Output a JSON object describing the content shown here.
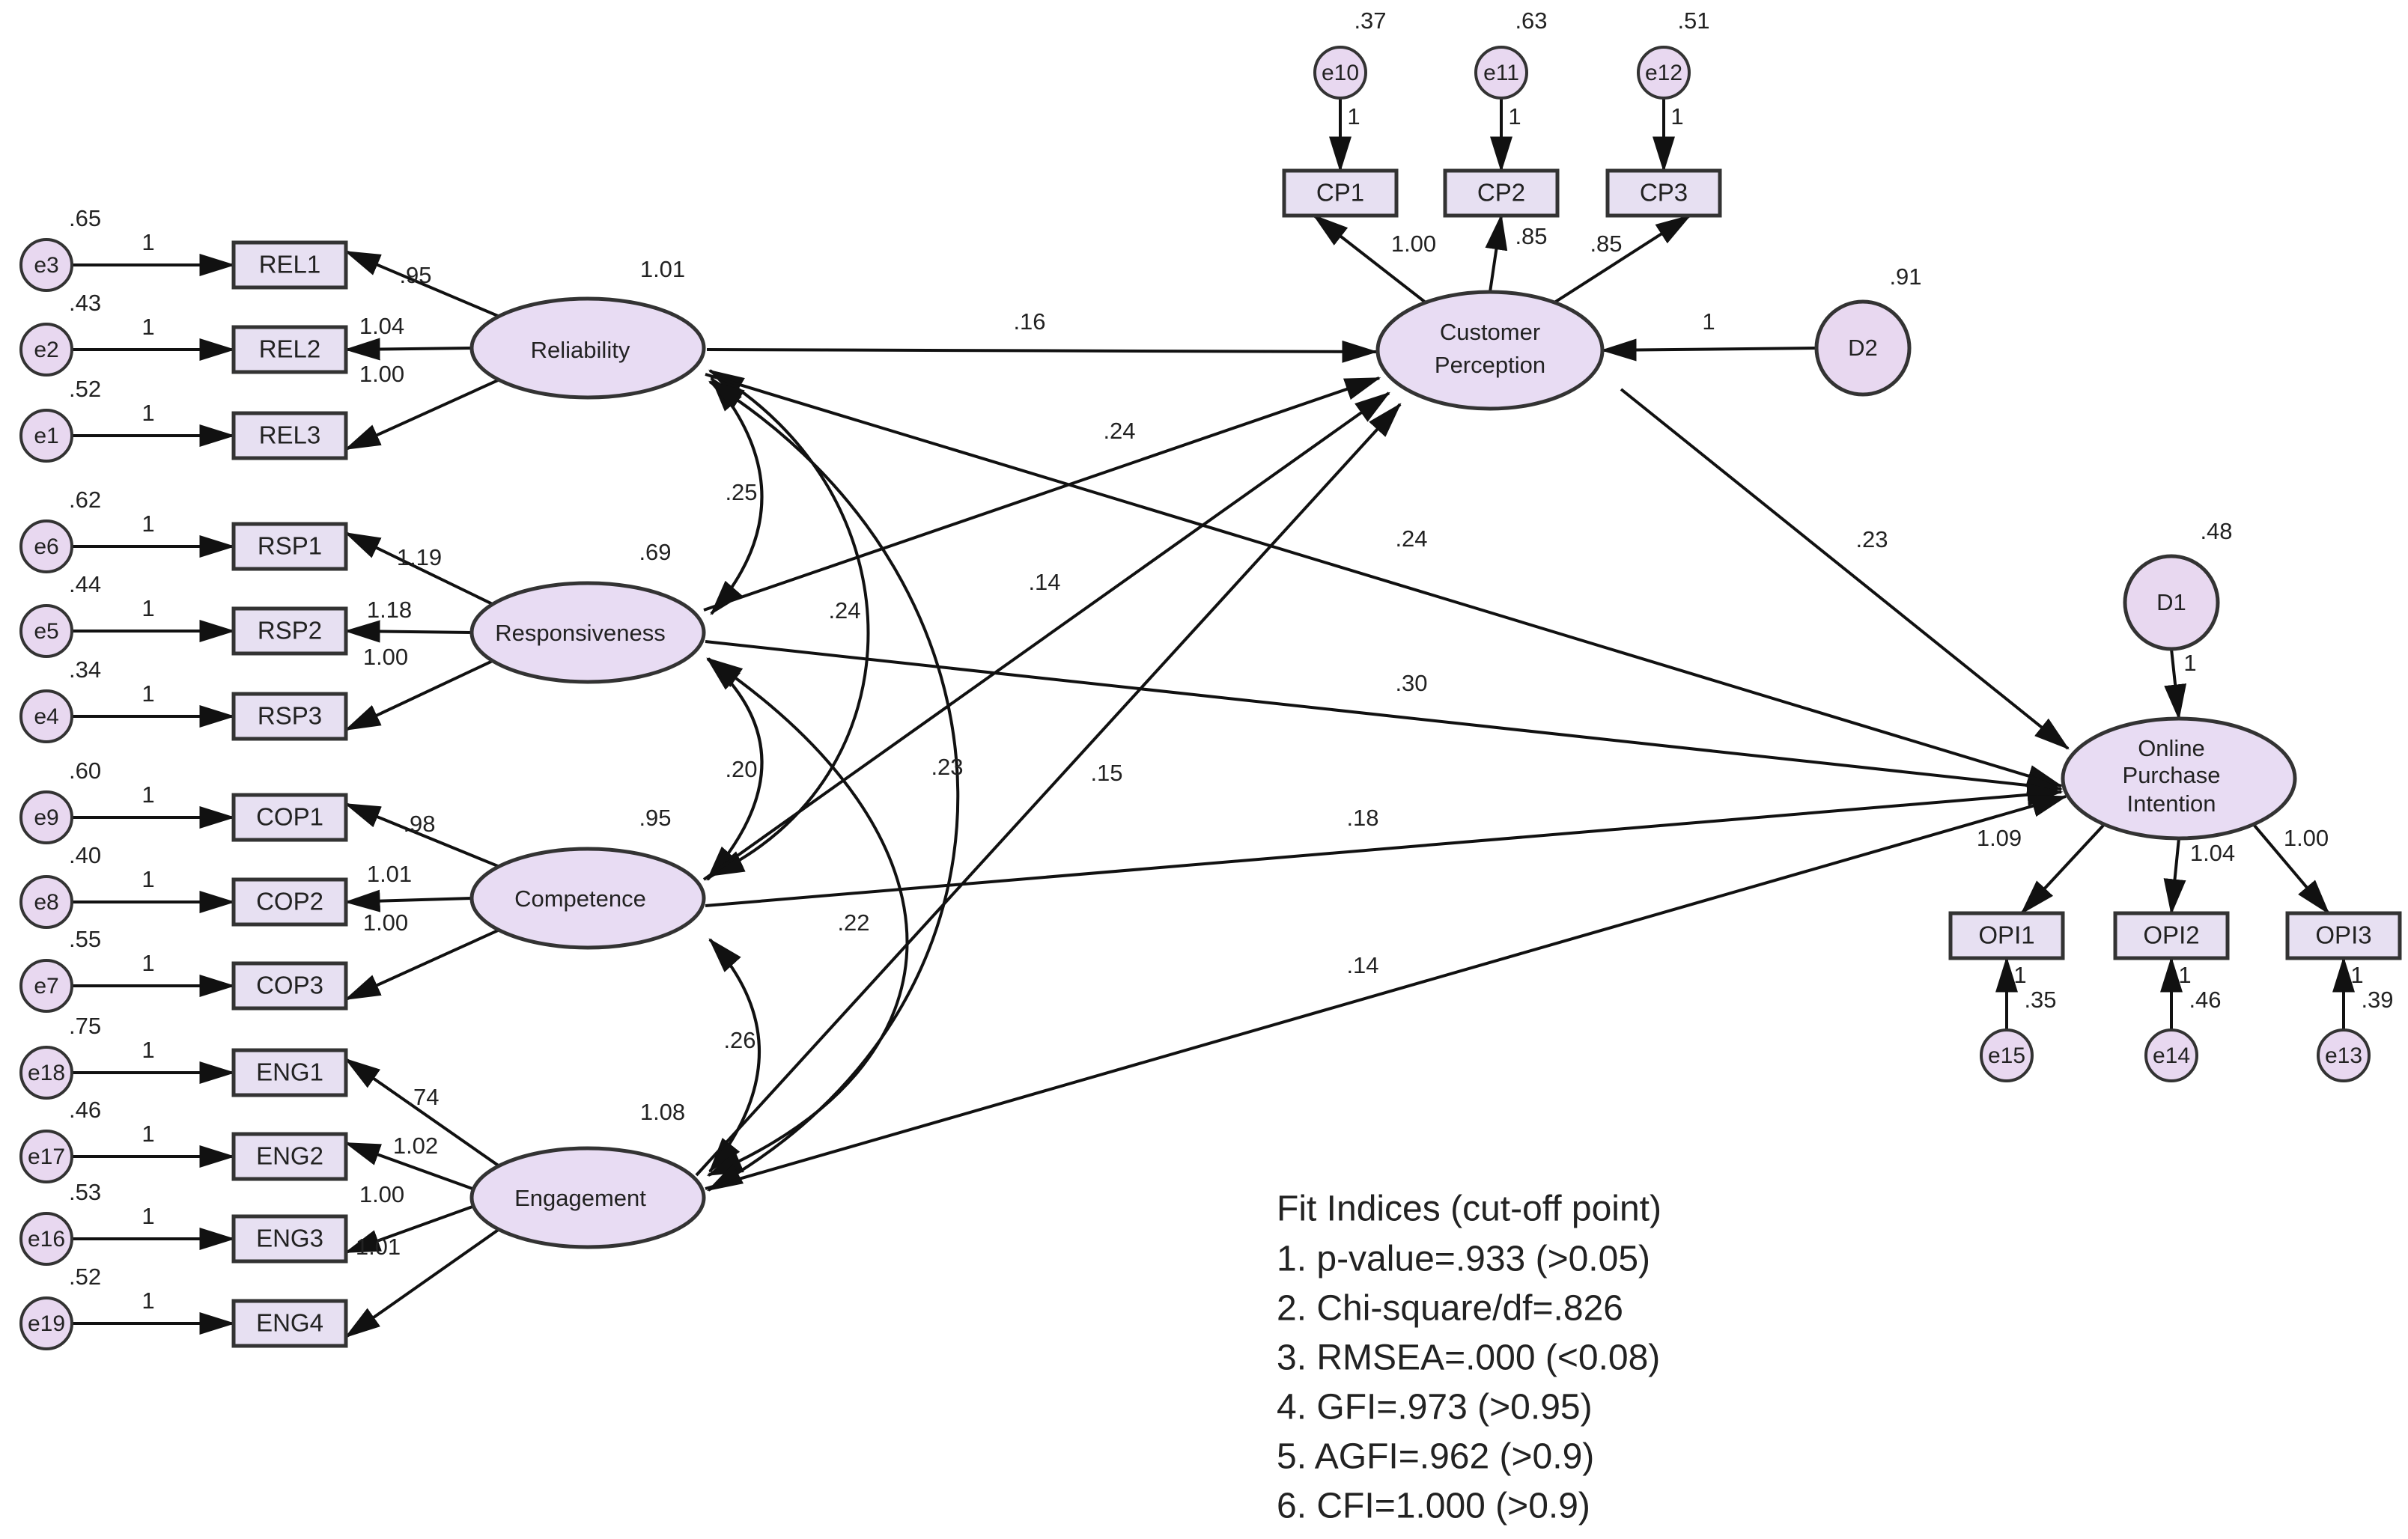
{
  "colors": {
    "latent_fill": "#e8dcf3",
    "observed_fill": "#e7e0f2",
    "error_fill": "#e8d8f0",
    "stroke": "#333333",
    "arrow": "#111111"
  },
  "latents": {
    "reliability": {
      "label": "Reliability",
      "variance": "1.01"
    },
    "responsiveness": {
      "label": "Responsiveness",
      "variance": ".69"
    },
    "competence": {
      "label": "Competence",
      "variance": ".95"
    },
    "engagement": {
      "label": "Engagement",
      "variance": "1.08"
    },
    "customer_perception": {
      "label_lines": [
        "Customer",
        "Perception"
      ]
    },
    "online_purchase_intention": {
      "label_lines": [
        "Online",
        "Purchase",
        "Intention"
      ]
    }
  },
  "disturbances": {
    "d2": {
      "label": "D2",
      "variance": ".91",
      "path_weight": "1"
    },
    "d1": {
      "label": "D1",
      "variance": ".48",
      "path_weight": "1"
    }
  },
  "indicators": {
    "reliability": [
      {
        "label": "REL1",
        "error": "e3",
        "error_variance": ".65",
        "error_weight": "1",
        "loading": ".95"
      },
      {
        "label": "REL2",
        "error": "e2",
        "error_variance": ".43",
        "error_weight": "1",
        "loading": "1.04"
      },
      {
        "label": "REL3",
        "error": "e1",
        "error_variance": ".52",
        "error_weight": "1",
        "loading": "1.00"
      }
    ],
    "responsiveness": [
      {
        "label": "RSP1",
        "error": "e6",
        "error_variance": ".62",
        "error_weight": "1",
        "loading": "1.19"
      },
      {
        "label": "RSP2",
        "error": "e5",
        "error_variance": ".44",
        "error_weight": "1",
        "loading": "1.18"
      },
      {
        "label": "RSP3",
        "error": "e4",
        "error_variance": ".34",
        "error_weight": "1",
        "loading": "1.00"
      }
    ],
    "competence": [
      {
        "label": "COP1",
        "error": "e9",
        "error_variance": ".60",
        "error_weight": "1",
        "loading": ".98"
      },
      {
        "label": "COP2",
        "error": "e8",
        "error_variance": ".40",
        "error_weight": "1",
        "loading": "1.01"
      },
      {
        "label": "COP3",
        "error": "e7",
        "error_variance": ".55",
        "error_weight": "1",
        "loading": "1.00"
      }
    ],
    "engagement": [
      {
        "label": "ENG1",
        "error": "e18",
        "error_variance": ".75",
        "error_weight": "1",
        "loading": ".74"
      },
      {
        "label": "ENG2",
        "error": "e17",
        "error_variance": ".46",
        "error_weight": "1",
        "loading": "1.02"
      },
      {
        "label": "ENG3",
        "error": "e16",
        "error_variance": ".53",
        "error_weight": "1",
        "loading": "1.00"
      },
      {
        "label": "ENG4",
        "error": "e19",
        "error_variance": ".52",
        "error_weight": "1",
        "loading": "1.01"
      }
    ],
    "customer_perception": [
      {
        "label": "CP1",
        "error": "e10",
        "error_variance": ".37",
        "error_weight": "1",
        "loading": "1.00"
      },
      {
        "label": "CP2",
        "error": "e11",
        "error_variance": ".63",
        "error_weight": "1",
        "loading": ".85"
      },
      {
        "label": "CP3",
        "error": "e12",
        "error_variance": ".51",
        "error_weight": "1",
        "loading": ".85"
      }
    ],
    "online_purchase_intention": [
      {
        "label": "OPI1",
        "error": "e15",
        "error_variance": ".35",
        "error_weight": "1",
        "loading": "1.09"
      },
      {
        "label": "OPI2",
        "error": "e14",
        "error_variance": ".46",
        "error_weight": "1",
        "loading": "1.04"
      },
      {
        "label": "OPI3",
        "error": "e13",
        "error_variance": ".39",
        "error_weight": "1",
        "loading": "1.00"
      }
    ]
  },
  "structural_paths": {
    "reliability_to_cp": ".16",
    "responsiveness_to_cp": ".24",
    "competence_to_cp": ".14",
    "engagement_to_cp": ".15",
    "reliability_to_opi": ".24",
    "responsiveness_to_opi": ".30",
    "competence_to_opi": ".18",
    "engagement_to_opi": ".14",
    "cp_to_opi": ".23"
  },
  "covariances": {
    "rel_rsp": ".25",
    "rel_cop": ".24",
    "rel_eng": ".23",
    "rsp_cop": ".20",
    "rsp_eng": ".22",
    "cop_eng": ".26"
  },
  "fit_indices": {
    "heading": "Fit Indices (cut-off point)",
    "items": [
      "1. p-value=.933 (>0.05)",
      "2. Chi-square/df=.826",
      "3. RMSEA=.000 (<0.08)",
      "4. GFI=.973 (>0.95)",
      "5. AGFI=.962 (>0.9)",
      "6. CFI=1.000 (>0.9)"
    ]
  }
}
